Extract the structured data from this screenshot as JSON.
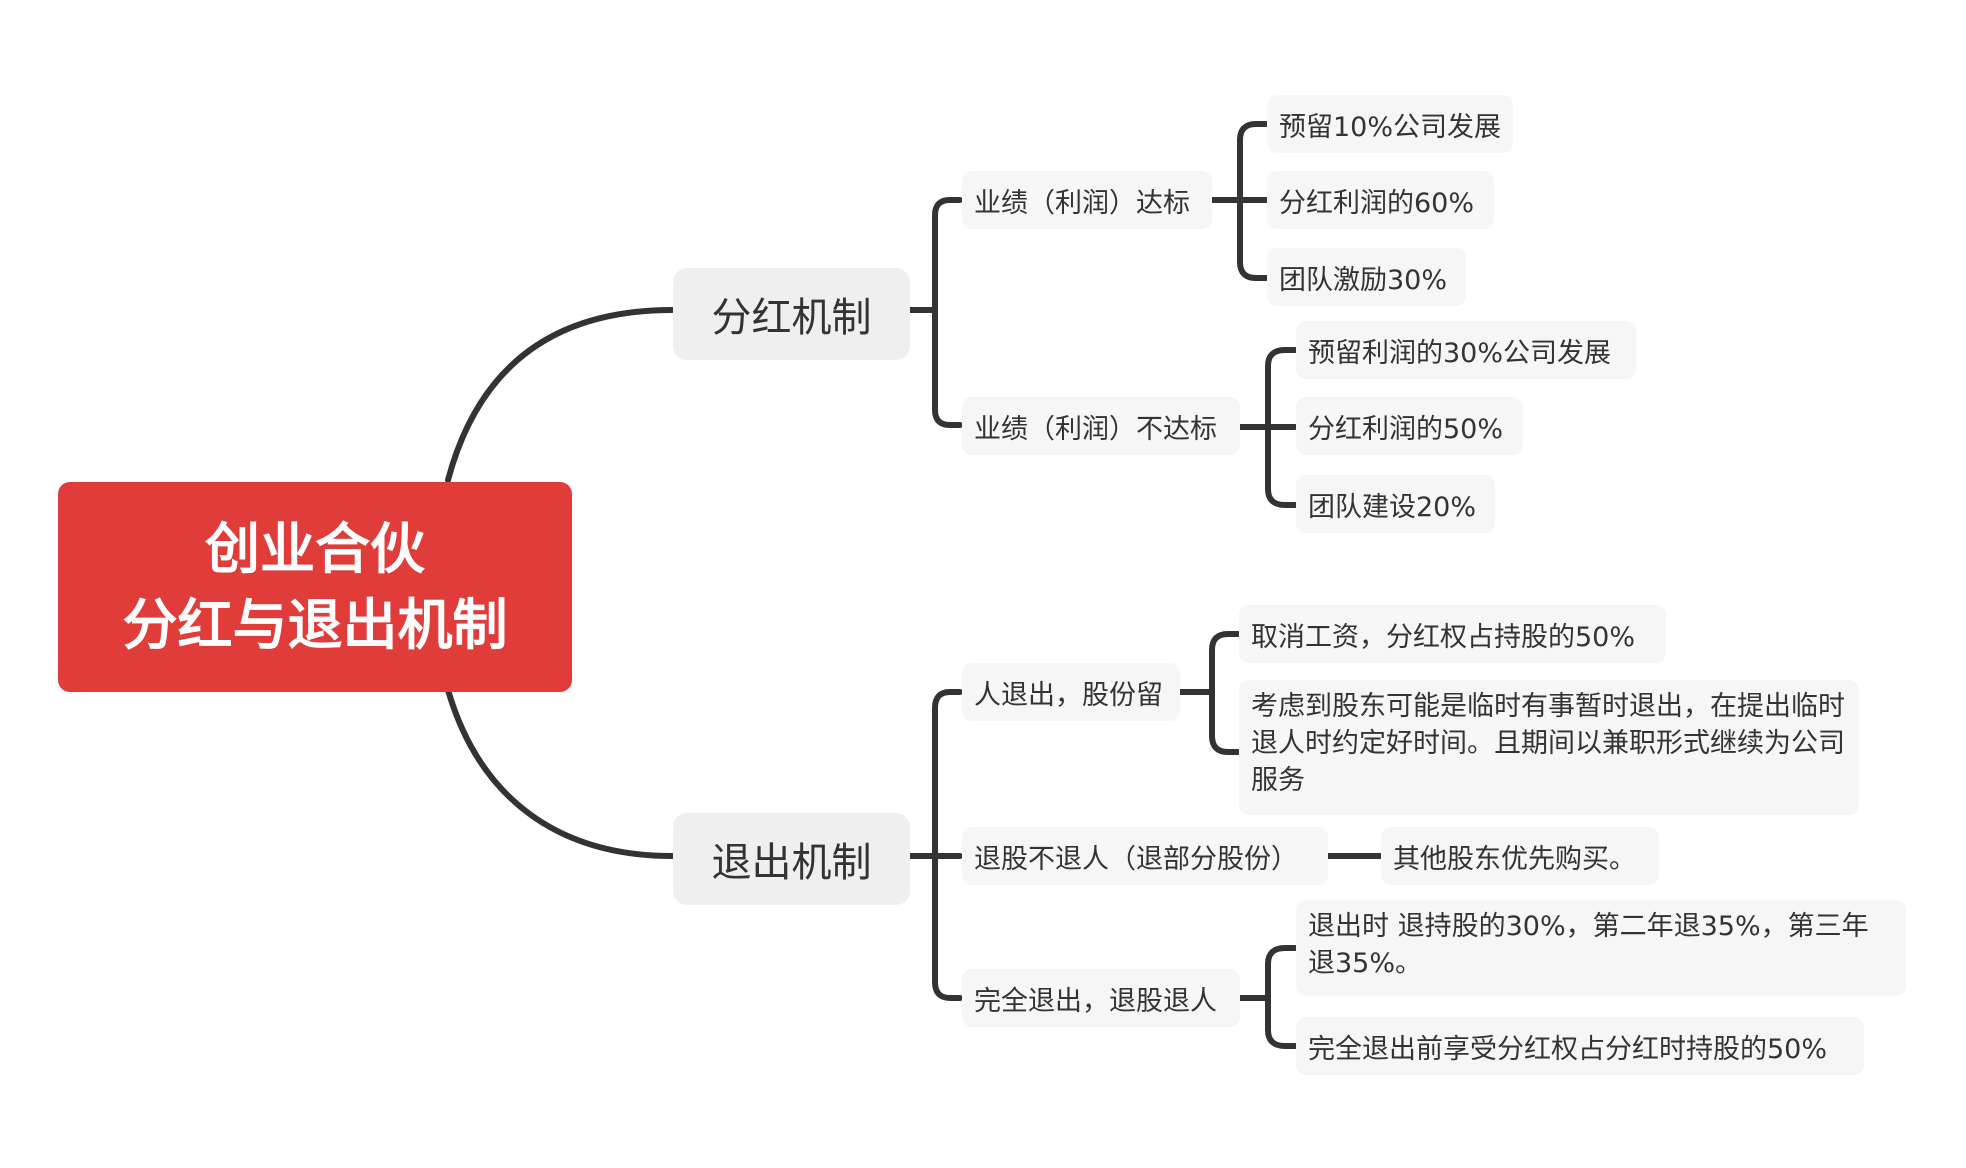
{
  "root": {
    "line1": "创业合伙",
    "line2": "分红与退出机制"
  },
  "branches": [
    {
      "label": "分红机制",
      "children": [
        {
          "label": "业绩（利润）达标",
          "items": [
            "预留10%公司发展",
            "分红利润的60%",
            "团队激励30%"
          ]
        },
        {
          "label": "业绩（利润）不达标",
          "items": [
            "预留利润的30%公司发展",
            "分红利润的50%",
            "团队建设20%"
          ]
        }
      ]
    },
    {
      "label": "退出机制",
      "children": [
        {
          "label": "人退出，股份留",
          "items": [
            "取消工资，分红权占持股的50%",
            "考虑到股东可能是临时有事暂时退出，在提出临时退人时约定好时间。且期间以兼职形式继续为公司服务"
          ]
        },
        {
          "label": "退股不退人（退部分股份）",
          "items": [
            "其他股东优先购买。"
          ]
        },
        {
          "label": "完全退出，退股退人",
          "items": [
            "退出时 退持股的30%，第二年退35%，第三年退35%。",
            "完全退出前享受分红权占分红时持股的50%"
          ]
        }
      ]
    }
  ],
  "colors": {
    "root": "#e03c3a",
    "connector": "#333333",
    "branch_box": "#efefef",
    "leaf_box": "#f6f6f6"
  }
}
